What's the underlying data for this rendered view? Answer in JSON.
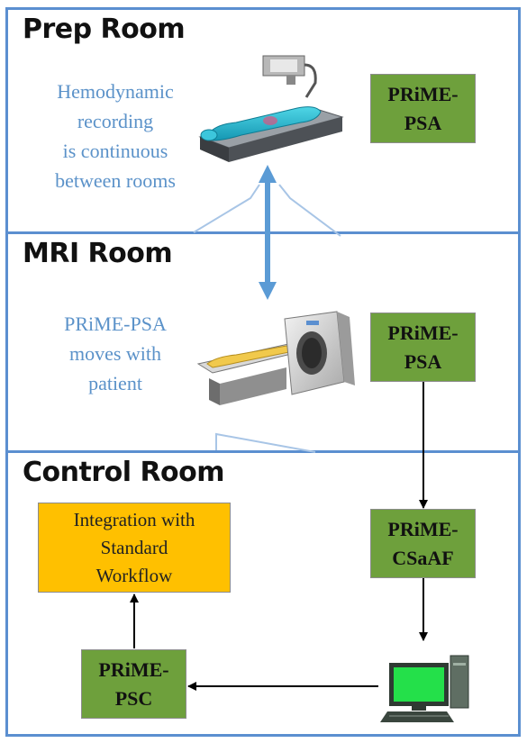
{
  "rooms": {
    "prep": {
      "title": "Prep Room"
    },
    "mri": {
      "title": "MRI Room"
    },
    "control": {
      "title": "Control Room"
    }
  },
  "notes": {
    "hemodynamic": "Hemodynamic\nrecording\nis continuous\nbetween rooms",
    "moves": "PRiME-PSA\nmoves with\npatient"
  },
  "boxes": {
    "prep_psa": "PRiME-\nPSA",
    "mri_psa": "PRiME-\nPSA",
    "csaaf": "PRiME-\nCSaAF",
    "psc": "PRiME-\nPSC",
    "integration": "Integration with\nStandard\nWorkflow"
  },
  "illustrations": {
    "prep": "patient-on-table-illustration",
    "mri": "mri-scanner-illustration",
    "computer": "computer-workstation-icon"
  },
  "colors": {
    "room_border": "#5b8fd0",
    "note_text": "#5b92c9",
    "module_green": "#6ea03c",
    "integration_gold": "#ffc000",
    "double_arrow": "#5b9bd5"
  }
}
